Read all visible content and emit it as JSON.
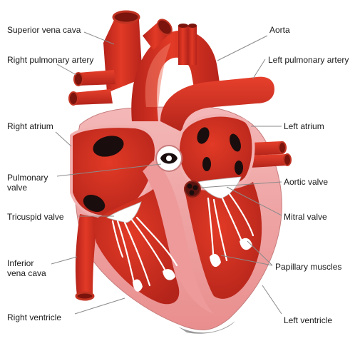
{
  "diagram": {
    "labels": {
      "superior_vena_cava": "Superior vena cava",
      "right_pulmonary_artery": "Right pulmonary artery",
      "right_atrium": "Right atrium",
      "pulmonary_valve_1": "Pulmonary",
      "pulmonary_valve_2": "valve",
      "tricuspid_valve": "Tricuspid valve",
      "inferior_vena_cava_1": "Inferior",
      "inferior_vena_cava_2": "vena cava",
      "right_ventricle": "Right ventricle",
      "aorta": "Aorta",
      "left_pulmonary_artery": "Left pulmonary artery",
      "left_atrium": "Left atrium",
      "aortic_valve": "Aortic valve",
      "mitral_valve": "Mitral valve",
      "papillary_muscles": "Papillary muscles",
      "left_ventricle": "Left ventricle"
    },
    "colors": {
      "vessel_red": "#d9301f",
      "vessel_dark": "#a81e12",
      "vessel_light": "#ee6b58",
      "chamber": "#d62a1a",
      "septum_pink": "#ee9a9a",
      "wall_pink": "#f2b1b1",
      "opening": "#1a0d0d",
      "tendon": "#ffffff",
      "leader": "#8a8a8a"
    }
  }
}
